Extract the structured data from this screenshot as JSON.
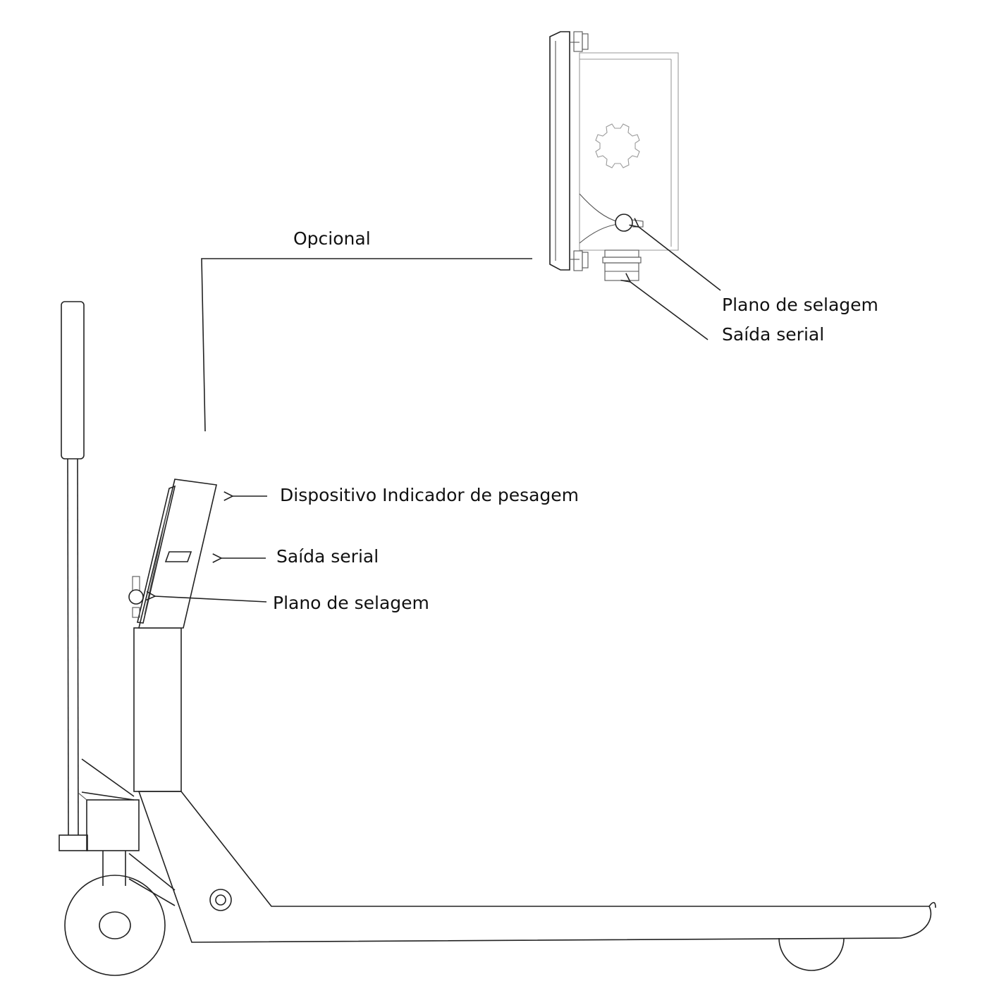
{
  "labels": {
    "opcional": "Opcional",
    "top_sealing_plane": "Plano de selagem",
    "top_serial_output": "Saída serial",
    "weighing_indicator": "Dispositivo Indicador de pesagem",
    "side_serial_output": "Saída serial",
    "side_sealing_plane": "Plano de selagem"
  },
  "colors": {
    "line": "#222222",
    "faint_line": "#9a9a9a",
    "background": "#ffffff"
  }
}
